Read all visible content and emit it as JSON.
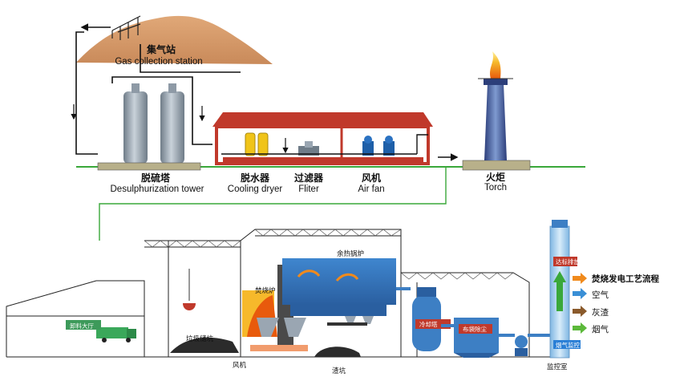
{
  "top_process": {
    "gas_station": {
      "zh": "集气站",
      "en": "Gas collection station"
    },
    "desulfur": {
      "zh": "脱硫塔",
      "en": "Desulphurization tower"
    },
    "dryer": {
      "zh": "脱水器",
      "en": "Cooling dryer"
    },
    "filter": {
      "zh": "过滤器",
      "en": "Fliter"
    },
    "fan": {
      "zh": "风机",
      "en": "Air fan"
    },
    "torch": {
      "zh": "火炬",
      "en": "Torch"
    }
  },
  "plant": {
    "unloading_hall": "卸料大厅",
    "garbage_pit": "垃圾储坑",
    "incinerator": "焚烧炉",
    "waste_heat_boiler": "余热锅炉",
    "fan": "风机",
    "slag_pit": "渣坑",
    "cooling_tower": "冷却塔",
    "bag_filter": "布袋除尘",
    "control_room": "监控室",
    "emission_standard": "达标排放",
    "flue_gas_monitor": "烟气监控"
  },
  "legend": {
    "title": "焚烧发电工艺流程",
    "items": [
      {
        "label": "空气",
        "color": "#3a8fd6"
      },
      {
        "label": "灰渣",
        "color": "#8a5a2b"
      },
      {
        "label": "烟气",
        "color": "#5cb93a"
      }
    ],
    "title_color": "#f08a1c"
  },
  "colors": {
    "pipe_green": "#3aa83a",
    "roof_red": "#c0392b",
    "tank_gray": "#8e9aa6",
    "blue_box": "#3d7fc4",
    "stack_blue": "#9cc8ea"
  }
}
